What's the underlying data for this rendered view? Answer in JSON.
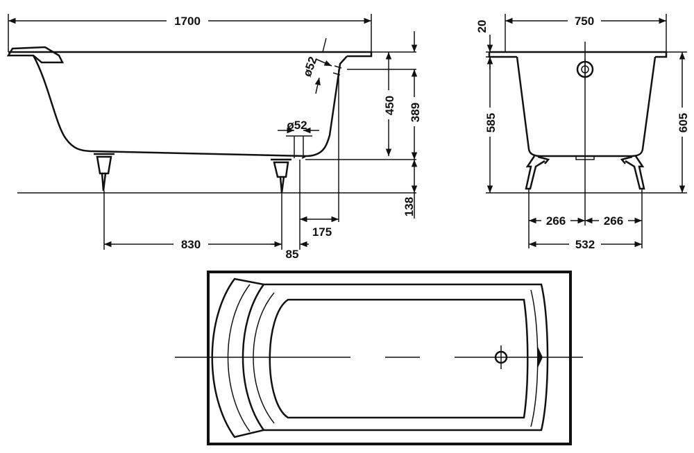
{
  "side_view": {
    "dim_length": "1700",
    "dim_depth_total": "450",
    "dim_inner_depth": "389",
    "dim_leg_height": "138",
    "dim_drain_dia": "ø52",
    "dim_overflow_dia": "ø52",
    "dim_leg_spacing": "830",
    "dim_leg_offset": "85",
    "dim_drain_offset": "175"
  },
  "end_view": {
    "dim_width": "750",
    "dim_rim": "20",
    "dim_height_inner": "585",
    "dim_height_total": "605",
    "dim_leg_half_left": "266",
    "dim_leg_half_right": "266",
    "dim_leg_span": "532"
  },
  "colors": {
    "line": "#111111",
    "background": "#ffffff"
  }
}
